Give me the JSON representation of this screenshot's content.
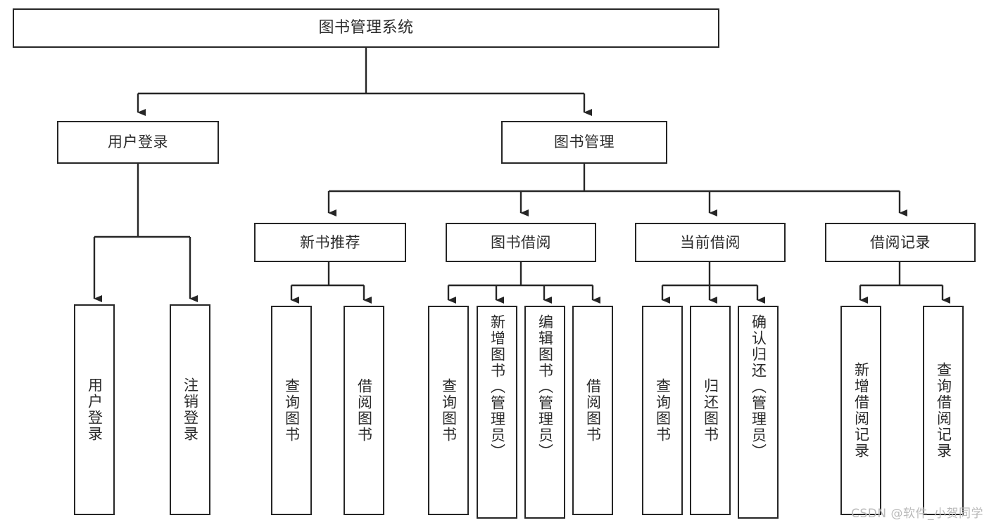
{
  "diagram": {
    "title": "图书管理系统",
    "type": "tree",
    "watermark": "CSDN @软件_小贺同学",
    "colors": {
      "stroke": "#262626",
      "fill": "#ffffff",
      "text": "#2b2b2b",
      "watermark": "#b9b9b9"
    },
    "nodes": {
      "root": {
        "label": "图书管理系统"
      },
      "level2": [
        {
          "id": "user-login",
          "label": "用户登录"
        },
        {
          "id": "book-manage",
          "label": "图书管理"
        }
      ],
      "level3": [
        {
          "id": "new-book-rec",
          "label": "新书推荐"
        },
        {
          "id": "book-borrow",
          "label": "图书借阅"
        },
        {
          "id": "current-borrow",
          "label": "当前借阅"
        },
        {
          "id": "borrow-record",
          "label": "借阅记录"
        }
      ],
      "leaves": {
        "user-login": [
          {
            "id": "leaf-user-login",
            "label": "用户登录"
          },
          {
            "id": "leaf-logout",
            "label": "注销登录"
          }
        ],
        "new-book-rec": [
          {
            "id": "leaf-query-book-1",
            "label": "查询图书"
          },
          {
            "id": "leaf-borrow-book-1",
            "label": "借阅图书"
          }
        ],
        "book-borrow": [
          {
            "id": "leaf-query-book-2",
            "label": "查询图书"
          },
          {
            "id": "leaf-add-book",
            "label": "新增图书（管理员）"
          },
          {
            "id": "leaf-edit-book",
            "label": "编辑图书（管理员）"
          },
          {
            "id": "leaf-borrow-book-2",
            "label": "借阅图书"
          }
        ],
        "current-borrow": [
          {
            "id": "leaf-query-book-3",
            "label": "查询图书"
          },
          {
            "id": "leaf-return-book",
            "label": "归还图书"
          },
          {
            "id": "leaf-confirm-return",
            "label": "确认归还（管理员）"
          }
        ],
        "borrow-record": [
          {
            "id": "leaf-add-record",
            "label": "新增借阅记录"
          },
          {
            "id": "leaf-query-record",
            "label": "查询借阅记录"
          }
        ]
      }
    }
  }
}
